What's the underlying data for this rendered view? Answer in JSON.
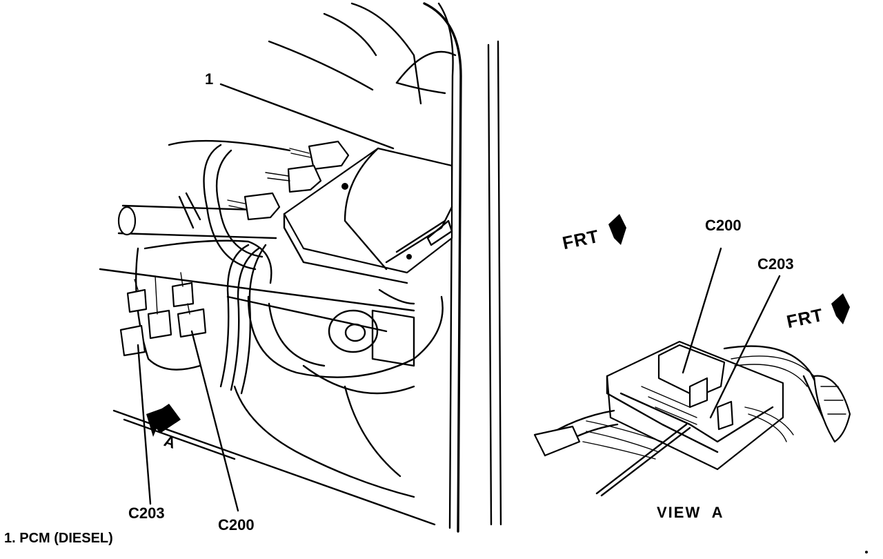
{
  "diagram": {
    "callouts": {
      "item_number": "1",
      "c203_left": "C203",
      "c200_left": "C200",
      "c200_right": "C200",
      "c203_right": "C203",
      "view_arrow_letter": "A"
    },
    "direction": {
      "frt_1": "FRT",
      "frt_2": "FRT"
    },
    "view_title": "VIEW  A",
    "legend": {
      "item_1": "1. PCM (DIESEL)"
    },
    "icons": [
      "view-direction-arrow",
      "front-direction-arrow"
    ],
    "colors": {
      "ink": "#000000",
      "paper": "#ffffff"
    }
  }
}
